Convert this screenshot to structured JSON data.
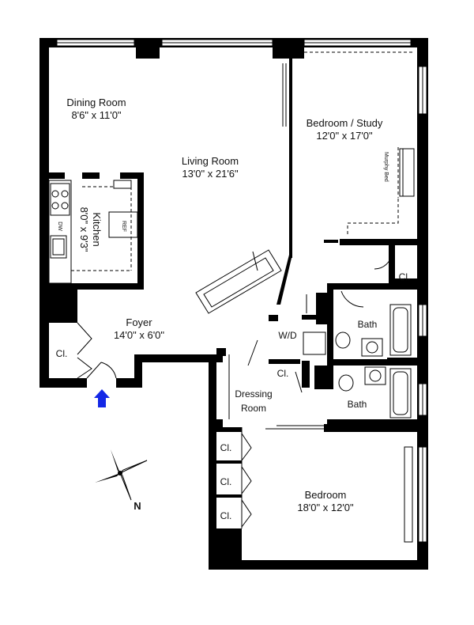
{
  "rooms": {
    "dining": {
      "name": "Dining Room",
      "size": "8'6\" x 11'0\""
    },
    "living": {
      "name": "Living Room",
      "size": "13'0\" x 21'6\""
    },
    "bedroom_study": {
      "name": "Bedroom / Study",
      "size": "12'0\" x 17'0\""
    },
    "kitchen": {
      "name": "Kitchen",
      "size": "8'0\" x 9'3\""
    },
    "foyer": {
      "name": "Foyer",
      "size": "14'0\" x 6'0\""
    },
    "dressing": {
      "name1": "Dressing",
      "name2": "Room"
    },
    "bedroom": {
      "name": "Bedroom",
      "size": "18'0\" x 12'0\""
    }
  },
  "labels": {
    "murphy_bed": "Murphy Bed",
    "ref": "REF",
    "dw": "DW",
    "wd": "W/D",
    "bath": "Bath",
    "closet": "Cl."
  },
  "compass": {
    "north": "N"
  },
  "colors": {
    "entry_arrow": "#1428e6",
    "wall": "#000000"
  }
}
